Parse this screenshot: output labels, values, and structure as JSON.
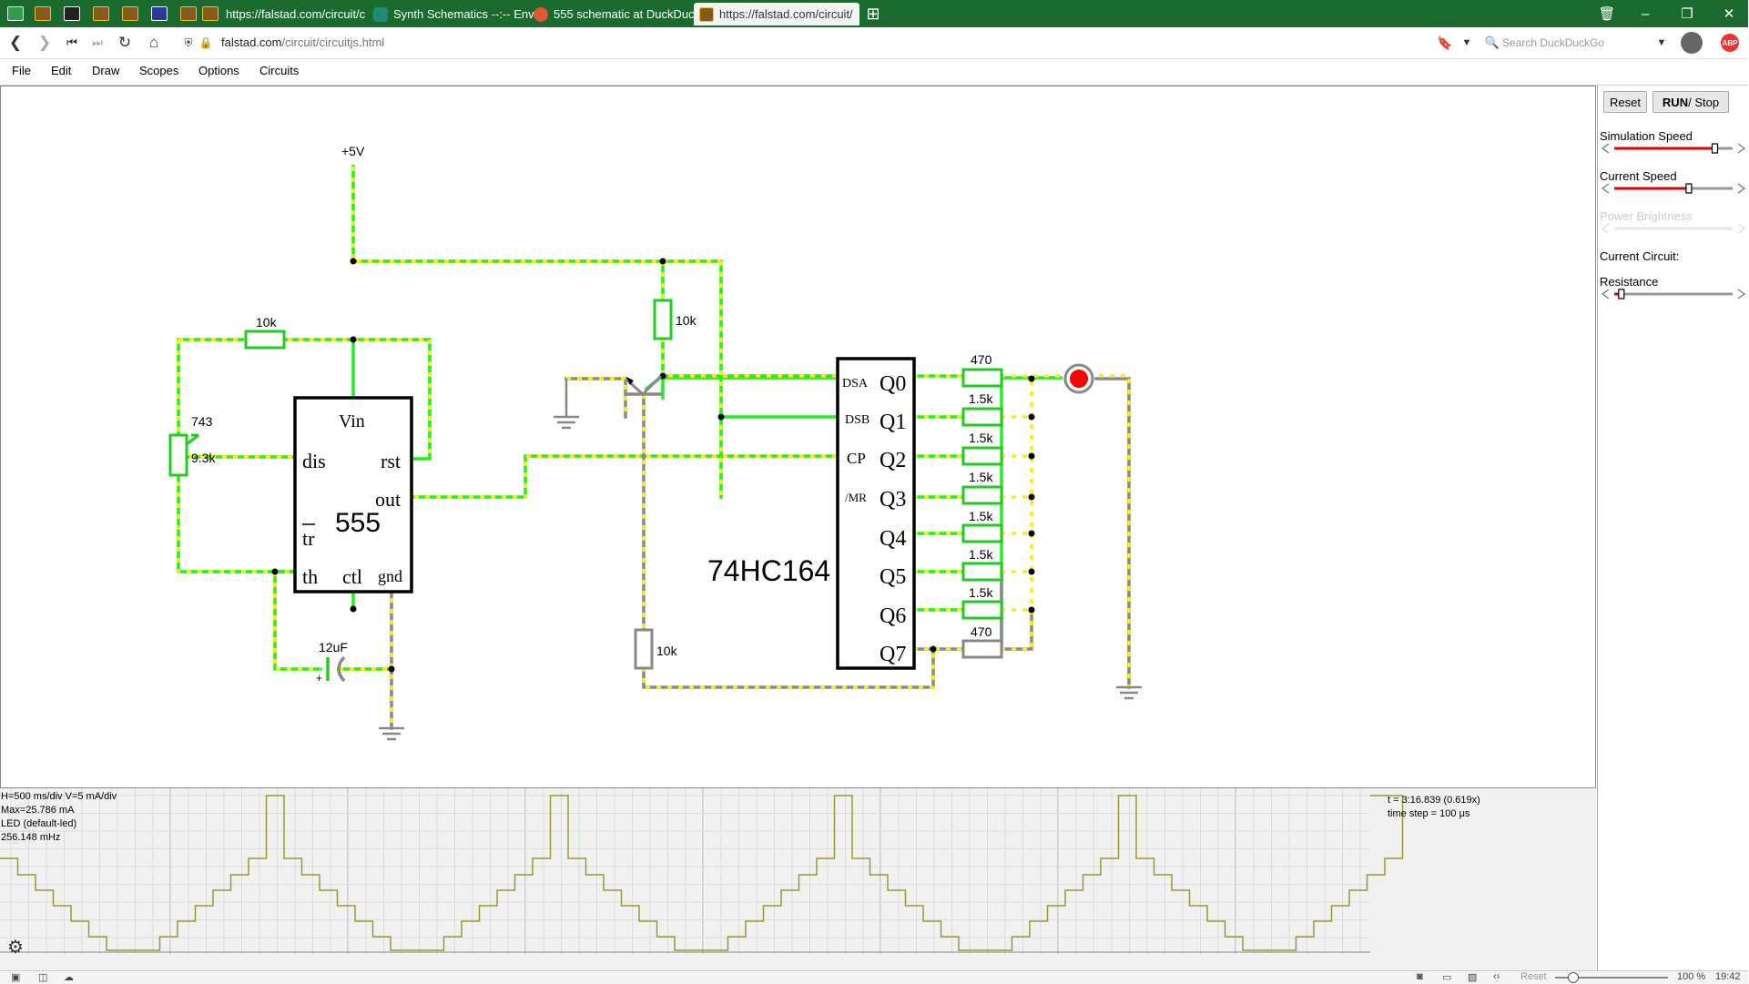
{
  "browser": {
    "tabs": [
      {
        "label": "https://falstad.com/circuit/c"
      },
      {
        "label": "Synth Schematics --:-- Env"
      },
      {
        "label": "555 schematic at DuckDuck"
      },
      {
        "label": "https://falstad.com/circuit/"
      }
    ],
    "url_host": "falstad.com",
    "url_path": "/circuit/circuitjs.html",
    "search_placeholder": "Search DuckDuckGo"
  },
  "menu": [
    "File",
    "Edit",
    "Draw",
    "Scopes",
    "Options",
    "Circuits"
  ],
  "sidebar": {
    "reset_label": "Reset",
    "run_label": "RUN",
    "stop_label": " / Stop",
    "sliders": [
      {
        "label": "Simulation Speed",
        "value": 0.85,
        "color": "#e00000",
        "enabled": true
      },
      {
        "label": "Current Speed",
        "value": 0.63,
        "color": "#e00000",
        "enabled": true
      },
      {
        "label": "Power Brightness",
        "value": 0,
        "color": "#dddddd",
        "enabled": false
      },
      {
        "label": "Resistance",
        "value": 0.06,
        "color": "#e00000",
        "enabled": true
      }
    ],
    "current_circuit_label": "Current Circuit:"
  },
  "circuit": {
    "supply_label": "+5V",
    "r_top_left": "10k",
    "pot_label": "743",
    "pot_value": "9.3k",
    "ic555": {
      "name": "555",
      "pins": [
        "Vin",
        "dis",
        "rst",
        "out",
        "tr",
        "th",
        "ctl",
        "gnd"
      ]
    },
    "cap_label": "12uF",
    "r_collector": "10k",
    "r_emitter": "10k",
    "shift_reg": {
      "name": "74HC164",
      "inputs": [
        "DSA",
        "DSB",
        "CP",
        "/MR"
      ],
      "outputs": [
        "Q0",
        "Q1",
        "Q2",
        "Q3",
        "Q4",
        "Q5",
        "Q6",
        "Q7"
      ]
    },
    "out_resistors": [
      "470",
      "1.5k",
      "1.5k",
      "1.5k",
      "1.5k",
      "1.5k",
      "1.5k",
      "470"
    ],
    "led_color": "#ff0000"
  },
  "scope": {
    "info": [
      "H=500 ms/div V=5 mA/div",
      "Max=25.786 mA",
      "LED (default-led)",
      "256.148 mHz"
    ],
    "time": "t = 3:16.839 (0.619x)",
    "timestep": "time step = 100 μs",
    "trace_color": "#9a9a30"
  },
  "statusbar": {
    "reset": "Reset",
    "zoom": "100 %",
    "clock": "19:42"
  }
}
